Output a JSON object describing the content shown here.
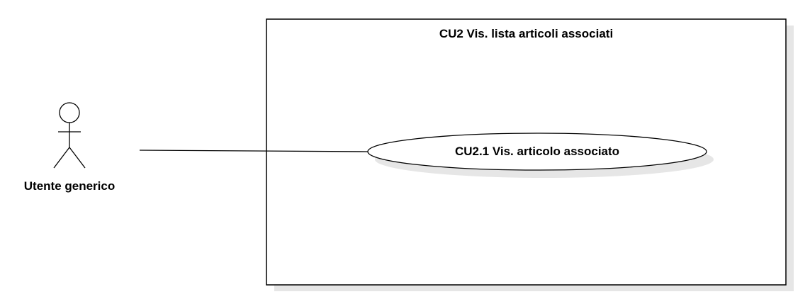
{
  "diagram": {
    "system_boundary": {
      "title": "CU2 Vis. lista articoli associati"
    },
    "use_case": {
      "label": "CU2.1 Vis. articolo associato"
    },
    "actor": {
      "label": "Utente generico"
    }
  }
}
